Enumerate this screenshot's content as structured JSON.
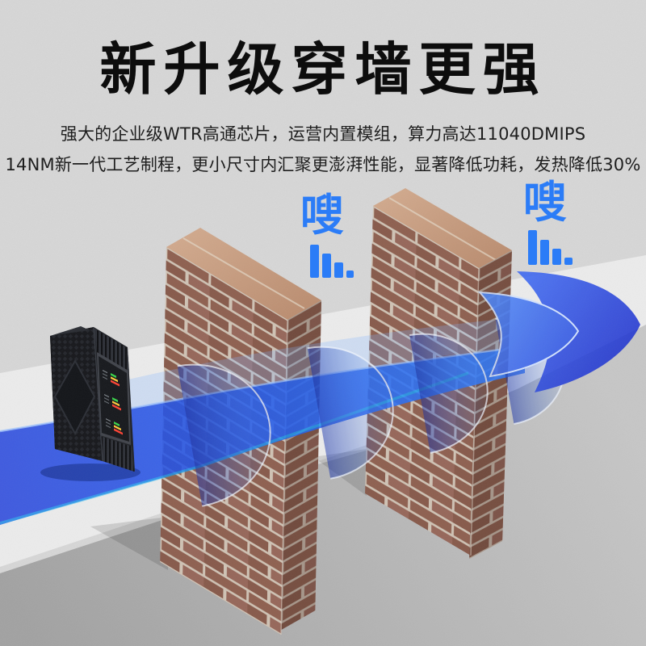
{
  "header": {
    "title": "新升级穿墙更强",
    "subtitle_line1": "强大的企业级WTR高通芯片，运营内置模组，算力高达11040DMIPS",
    "subtitle_line2": "14NM新一代工艺制程，更小尺寸内汇聚更澎湃性能，显著降低功耗，发热降低30%"
  },
  "scene": {
    "swoosh_1": {
      "label": "嗖"
    },
    "swoosh_2": {
      "label": "嗖"
    },
    "signal_icon": "descending-signal-bars",
    "beam": {
      "direction": "left-to-right-through-walls",
      "arrow": "right"
    },
    "walls": {
      "count": 2,
      "material": "brick"
    },
    "device": {
      "kind": "router-tower",
      "led_groups": 3
    }
  },
  "colors": {
    "accent_blue": "#2b7cf7",
    "beam_blue_deep": "#2743db",
    "beam_blue_bright": "#2e77f7",
    "cyan_edge": "#1ab5ef",
    "brick_front": "#8e6050",
    "brick_mortar": "#cfc2b4",
    "brick_top": "#c79e83",
    "background_gray": "#d6d6d6",
    "floor_gray": "#aaaaaa",
    "device_black": "#1a1c20",
    "led_green": "#38d14a",
    "led_yellow": "#ffc83a",
    "led_red": "#ff4334",
    "title_black": "#0d0d0d"
  }
}
